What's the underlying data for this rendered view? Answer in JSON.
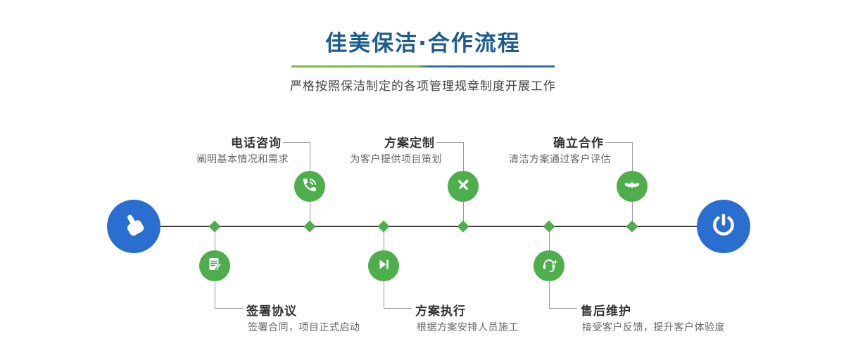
{
  "header": {
    "title": "佳美保洁·合作流程",
    "subtitle": "严格按照保洁制定的各项管理规章制度开展工作"
  },
  "colors": {
    "title_blue": "#1c5c8e",
    "divider_green": "#7fb93f",
    "divider_blue": "#2f6ea6",
    "accent_green": "#4fae4c",
    "terminal_blue": "#2a6fd0",
    "line_dark": "#3d3d3d",
    "connector_gray": "#999999"
  },
  "timeline": {
    "start_icon": "pointing-hand-icon",
    "end_icon": "power-icon"
  },
  "steps": {
    "top": [
      {
        "title": "电话咨询",
        "desc": "阐明基本情况和需求",
        "icon": "phone-icon"
      },
      {
        "title": "方案定制",
        "desc": "为客户提供项目策划",
        "icon": "pencil-ruler-icon"
      },
      {
        "title": "确立合作",
        "desc": "清洁方案通过客户评估",
        "icon": "handshake-icon"
      }
    ],
    "bottom": [
      {
        "title": "签署协议",
        "desc": "签署合同，项目正式启动",
        "icon": "document-sign-icon"
      },
      {
        "title": "方案执行",
        "desc": "根据方案安排人员施工",
        "icon": "play-icon"
      },
      {
        "title": "售后维护",
        "desc": "接受客户反馈，提升客户体验度",
        "icon": "headset-icon"
      }
    ]
  }
}
